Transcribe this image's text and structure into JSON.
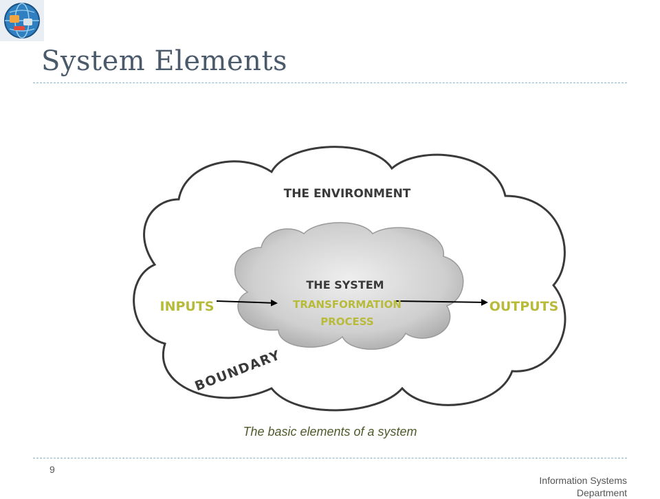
{
  "slide": {
    "title": "System Elements",
    "page_number": "9",
    "footer": "Information Systems Department"
  },
  "diagram": {
    "environment_label": "THE ENVIRONMENT",
    "system_label": "THE SYSTEM",
    "inputs_label": "INPUTS",
    "process_line1": "TRANSFORMATION",
    "process_line2": "PROCESS",
    "outputs_label": "OUTPUTS",
    "boundary_label": "BOUNDARY",
    "caption": "The basic elements of a system"
  },
  "colors": {
    "title": "#4b5a6b",
    "olive_text": "#b8ba3a",
    "caption": "#4f5a2a",
    "rule": "#8fb2c6",
    "cloud_fill": "#d6d6d6"
  }
}
